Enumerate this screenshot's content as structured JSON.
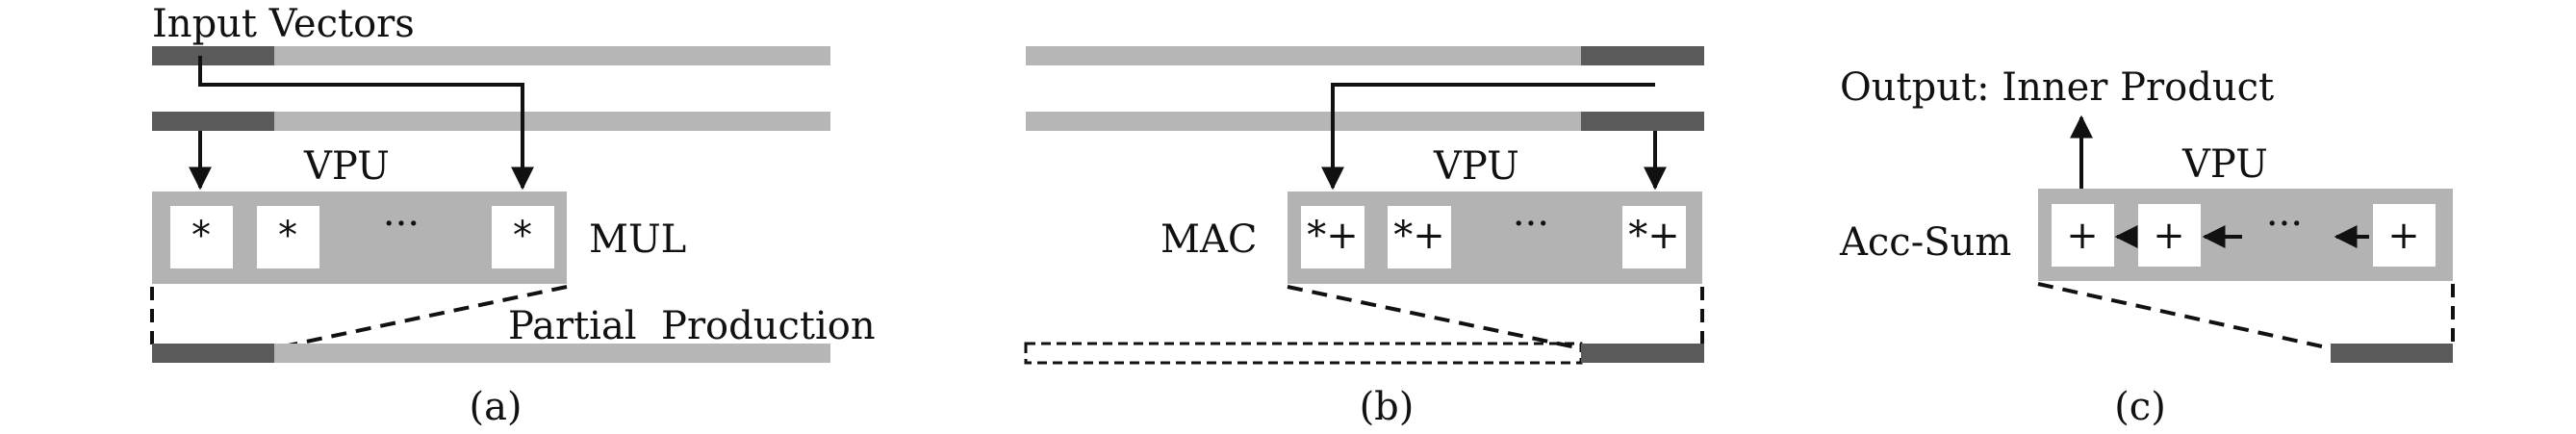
{
  "colors": {
    "bar_light": "#b6b6b6",
    "bar_dark": "#5a5a5a",
    "vpu_fill": "#b3b3b3",
    "cell_fill": "#ffffff",
    "line": "#111111"
  },
  "panel_a": {
    "input_label": "Input Vectors",
    "vpu_label": "VPU",
    "op_label": "MUL",
    "cells": [
      "*",
      "*",
      "···",
      "*"
    ],
    "partial_label": "Partial  Production",
    "caption": "(a)"
  },
  "panel_b": {
    "vpu_label": "VPU",
    "op_label": "MAC",
    "cells": [
      "*+",
      "*+",
      "···",
      "*+"
    ],
    "caption": "(b)"
  },
  "panel_c": {
    "output_label": "Output: Inner Product",
    "vpu_label": "VPU",
    "op_label": "Acc-Sum",
    "cells": [
      "+",
      "+",
      "···",
      "+"
    ],
    "caption": "(c)"
  }
}
